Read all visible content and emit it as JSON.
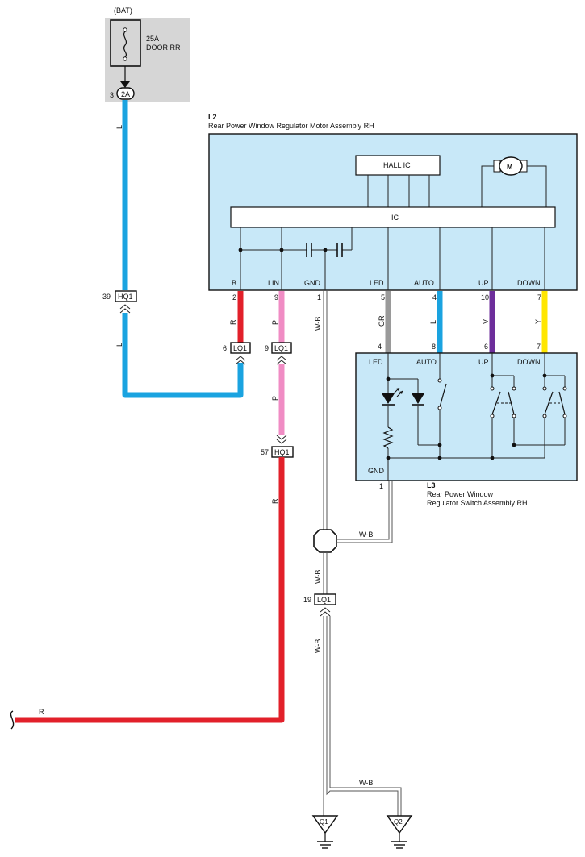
{
  "colors": {
    "blue": "#1aa3e0",
    "red": "#e2202a",
    "pink": "#f08cc4",
    "gray": "#9a9a9a",
    "purple": "#6d2e9b",
    "yellow": "#ffe600",
    "box_fill": "#c8e8f8",
    "fuse_fill": "#d6d6d6",
    "wb_wire": "#555555"
  },
  "fuse": {
    "source": "(BAT)",
    "rating": "25A",
    "name": "DOOR RR",
    "pin": "3",
    "connector": "2A",
    "icon": "fuse-icon"
  },
  "motor_assembly": {
    "id": "L2",
    "title": "Rear Power Window Regulator Motor Assembly RH",
    "hall_ic": "HALL IC",
    "ic": "IC",
    "motor_symbol": "M",
    "terminals": [
      {
        "name": "B",
        "pin": "2"
      },
      {
        "name": "LIN",
        "pin": "9"
      },
      {
        "name": "GND",
        "pin": "1"
      },
      {
        "name": "LED",
        "pin": "5"
      },
      {
        "name": "AUTO",
        "pin": "4"
      },
      {
        "name": "UP",
        "pin": "10"
      },
      {
        "name": "DOWN",
        "pin": "7"
      }
    ]
  },
  "switch_assembly": {
    "id": "L3",
    "title_line1": "Rear Power Window",
    "title_line2": "Regulator Switch Assembly RH",
    "terminals": [
      {
        "name": "LED",
        "pin": "4"
      },
      {
        "name": "AUTO",
        "pin": "8"
      },
      {
        "name": "UP",
        "pin": "6"
      },
      {
        "name": "DOWN",
        "pin": "7"
      }
    ],
    "gnd_label": "GND",
    "gnd_pin": "1"
  },
  "wire_colors": {
    "fuse_to_hq1": "L",
    "hq1_to_lq1": "L",
    "b": "R",
    "lin": "P",
    "lin_down": "P",
    "gnd": "W-B",
    "led": "GR",
    "auto": "L",
    "up": "V",
    "down": "Y",
    "switch_gnd": "W-B",
    "gnd_to_lq1": "W-B",
    "lq1_down": "W-B",
    "ground_branch": "W-B",
    "red_main": "R",
    "red_left": "R"
  },
  "connectors": {
    "hq1_top": {
      "pin": "39",
      "name": "HQ1"
    },
    "lq1_b": {
      "pin": "6",
      "name": "LQ1"
    },
    "lq1_lin": {
      "pin": "9",
      "name": "LQ1"
    },
    "hq1_mid": {
      "pin": "57",
      "name": "HQ1"
    },
    "lq1_gnd": {
      "pin": "19",
      "name": "LQ1"
    }
  },
  "grounds": {
    "q1": "Q1",
    "q2": "Q2"
  }
}
